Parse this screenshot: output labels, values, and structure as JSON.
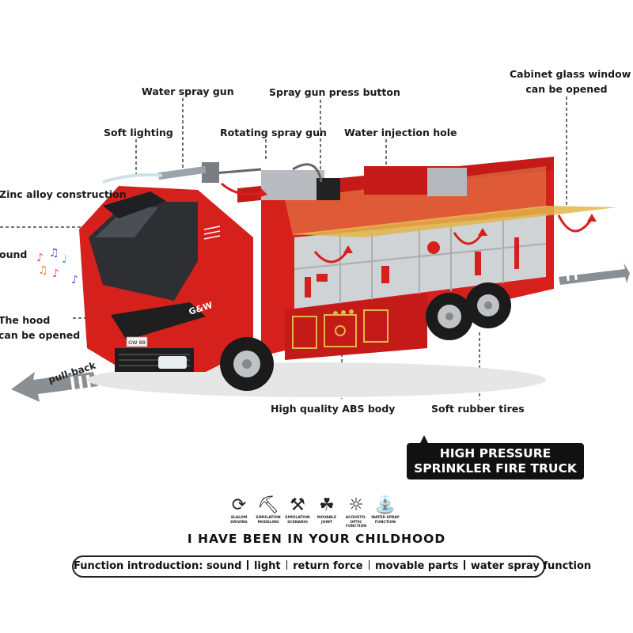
{
  "labels": {
    "water_spray_gun": "Water spray gun",
    "spray_gun_press_button": "Spray gun press button",
    "cabinet_line1": "Cabinet glass window",
    "cabinet_line2": "can be opened",
    "soft_lighting": "Soft lighting",
    "rotating_spray_gun": "Rotating spray gun",
    "water_injection_hole": "Water injection hole",
    "zinc_alloy": "Zinc alloy construction",
    "sound": "Sound",
    "hood_line1": "The hood",
    "hood_line2": "can be opened",
    "abs_body": "High quality ABS body",
    "rubber_tires": "Soft rubber tires",
    "pull_back": "pull-back"
  },
  "truck_text": {
    "brand": "G&W",
    "plate": "GW 88"
  },
  "badge": {
    "line1": "HIGH PRESSURE",
    "line2": "SPRINKLER FIRE TRUCK"
  },
  "feature_icons": [
    {
      "icon": "steering-wheel-icon",
      "caption": "SLALOM DRIVING"
    },
    {
      "icon": "excavator-icon",
      "caption": "SIMULATION MODELING"
    },
    {
      "icon": "worker-icon",
      "caption": "SIMULATION SCENARIO"
    },
    {
      "icon": "joint-icon",
      "caption": "MOVABLE JOINT"
    },
    {
      "icon": "lightbulb-icon",
      "caption": "ACOUSTO-OPTIC FUNCTION"
    },
    {
      "icon": "sprinkler-icon",
      "caption": "WATER SPRAY FUNCTION"
    }
  ],
  "tagline": "I HAVE BEEN IN YOUR CHILDHOOD",
  "function_intro": {
    "prefix": "Function introduction: sound",
    "items": [
      "light",
      "return force",
      "movable parts",
      "water spray function"
    ]
  },
  "colors": {
    "truck_red": "#d6201c",
    "dark_red": "#9c1210",
    "gold": "#e2b64a",
    "arrow_gray": "#8a8f94"
  }
}
